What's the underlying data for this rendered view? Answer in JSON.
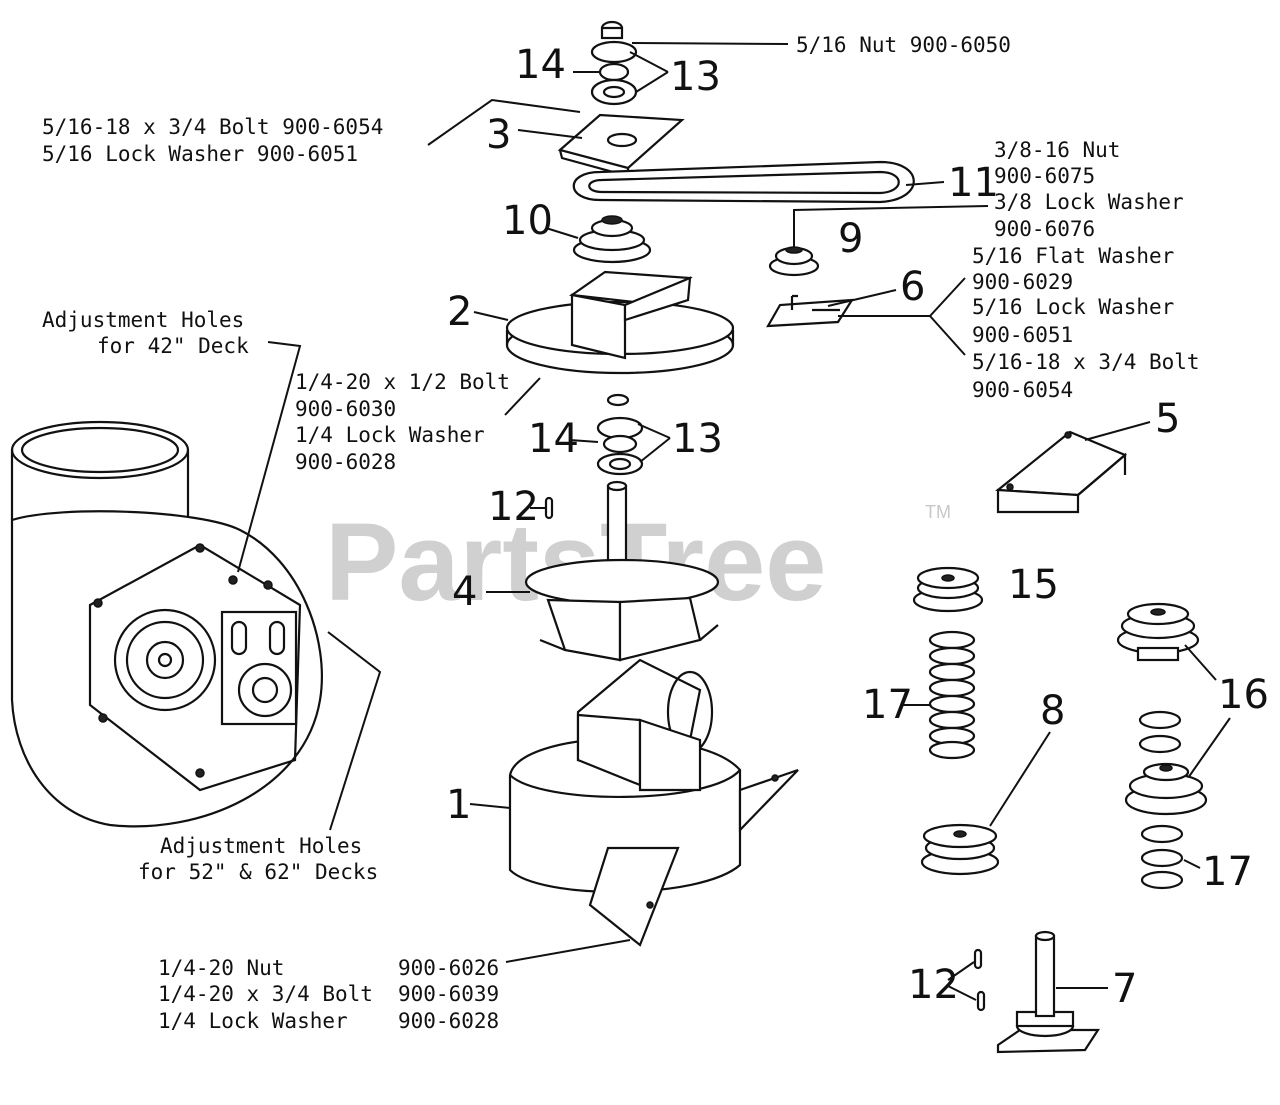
{
  "watermark": {
    "brand": "PartsTree",
    "trademark": "TM"
  },
  "part_numbers": {
    "p1": "1",
    "p2": "2",
    "p3": "3",
    "p4": "4",
    "p5": "5",
    "p6": "6",
    "p7": "7",
    "p8": "8",
    "p9": "9",
    "p10": "10",
    "p11": "11",
    "p12a": "12",
    "p12b": "12",
    "p13a": "13",
    "p13b": "13",
    "p14a": "14",
    "p14b": "14",
    "p15": "15",
    "p16": "16",
    "p17a": "17",
    "p17b": "17"
  },
  "hardware": {
    "top_nut": "5/16 Nut  900-6050",
    "bolt_a": "5/16-18 x 3/4 Bolt  900-6054",
    "lock_a": "5/16 Lock Washer  900-6051",
    "nut_38": "3/8-16 Nut",
    "nut_38_no": "900-6075",
    "lw_38": "3/8 Lock Washer",
    "lw_38_no": "900-6076",
    "fw_516": "5/16 Flat Washer",
    "fw_516_no": "900-6029",
    "lw_516": "5/16 Lock Washer",
    "lw_516_no": "900-6051",
    "bolt_516": "5/16-18 x 3/4 Bolt",
    "bolt_516_no": "900-6054",
    "bolt_14": "1/4-20 x 1/2 Bolt",
    "bolt_14_no": "900-6030",
    "lw_14": "1/4 Lock Washer",
    "lw_14_no": "900-6028",
    "adj42_line1": "Adjustment Holes",
    "adj42_line2": "for 42\" Deck",
    "adj52_line1": "Adjustment Holes",
    "adj52_line2": "for 52\" & 62\" Decks",
    "b_nut": "1/4-20 Nut",
    "b_nut_no": "900-6026",
    "b_bolt": "1/4-20 x 3/4 Bolt",
    "b_bolt_no": "900-6039",
    "b_lw": "1/4 Lock Washer",
    "b_lw_no": "900-6028"
  }
}
